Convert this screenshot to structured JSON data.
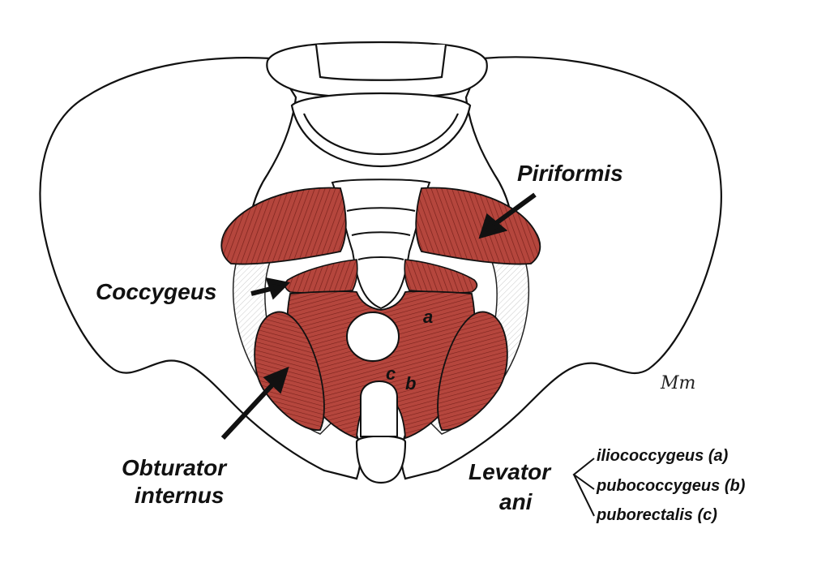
{
  "labels": {
    "piriformis": "Piriformis",
    "coccygeus": "Coccygeus",
    "obturator_line1": "Obturator",
    "obturator_line2": "internus",
    "levator_line1": "Levator",
    "levator_line2": "ani",
    "iliococcygeus": "iliococcygeus (a)",
    "pubococcygeus": "pubococcygeus (b)",
    "puborectalis": "puborectalis (c)",
    "letter_a": "a",
    "letter_b": "b",
    "letter_c": "c"
  },
  "artist_signature": "Mm",
  "colors": {
    "muscle": "#b5463d",
    "muscle_dark": "#7a221c",
    "bone": "#ffffff",
    "ink": "#111111"
  }
}
